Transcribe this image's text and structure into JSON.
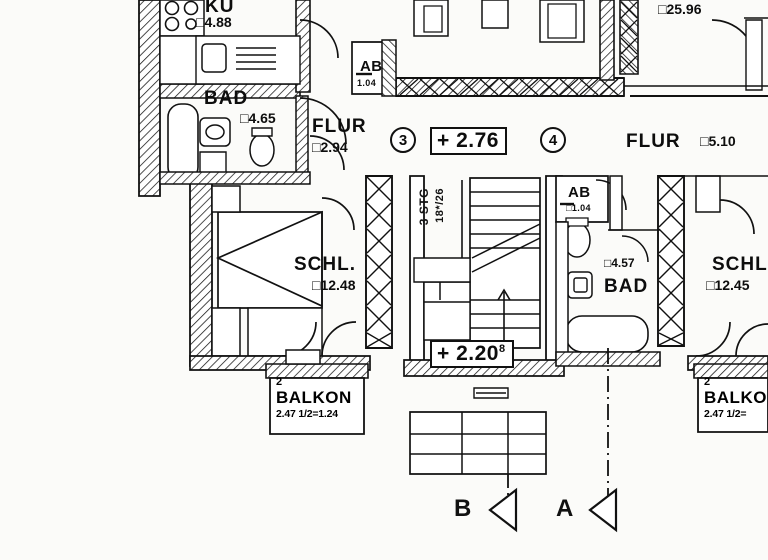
{
  "document": {
    "type": "architectural-floor-plan",
    "scale_note": "Grundriss",
    "drawing_style": "scanned black and white line drawing"
  },
  "rooms": [
    {
      "id": "kitchen-left",
      "name": "KÜ",
      "area": "4.88",
      "area_symbol": "□"
    },
    {
      "id": "bath-left",
      "name": "BAD",
      "area": "4.65",
      "area_symbol": "□"
    },
    {
      "id": "flur-left",
      "name": "FLUR",
      "area": "2.94",
      "area_symbol": "□"
    },
    {
      "id": "ab-left",
      "name": "AB",
      "area": "1.04",
      "area_symbol": "□"
    },
    {
      "id": "bedroom-left",
      "name": "SCHL.",
      "area": "12.48",
      "area_symbol": "□"
    },
    {
      "id": "flur-right",
      "name": "FLUR",
      "area": "5.10",
      "area_symbol": "□"
    },
    {
      "id": "ab-right",
      "name": "AB",
      "area": "1.04",
      "area_symbol": "□"
    },
    {
      "id": "bath-right",
      "name": "BAD",
      "area": "4.57",
      "area_symbol": "□"
    },
    {
      "id": "bedroom-right",
      "name": "SCHL.",
      "area": "12.45",
      "area_symbol": "□"
    },
    {
      "id": "room-top-right",
      "name": "",
      "area": "25.96",
      "area_symbol": "□"
    }
  ],
  "balconies": [
    {
      "id": "balcony-left",
      "number": "2",
      "name": "BALKON",
      "calc": "2.47 1/2=1.24"
    },
    {
      "id": "balcony-right",
      "number": "2",
      "name": "BALKON",
      "calc": "2.47 1/2="
    }
  ],
  "elevations": [
    {
      "id": "elevation-upper",
      "value": "+ 2.76",
      "suffix": ""
    },
    {
      "id": "elevation-lower",
      "value": "+ 2.20",
      "suffix": "8"
    }
  ],
  "grid_markers": [
    {
      "id": "grid-3",
      "label": "3"
    },
    {
      "id": "grid-4",
      "label": "4"
    }
  ],
  "stairs": {
    "id": "stair-note",
    "count_label": "3 STG",
    "riser_label": "18*/26"
  },
  "section_markers": [
    {
      "id": "section-b",
      "label": "B"
    },
    {
      "id": "section-a",
      "label": "A"
    }
  ],
  "colors": {
    "ink": "#111111",
    "paper": "#fbfbf9",
    "fill": "#ffffff"
  }
}
